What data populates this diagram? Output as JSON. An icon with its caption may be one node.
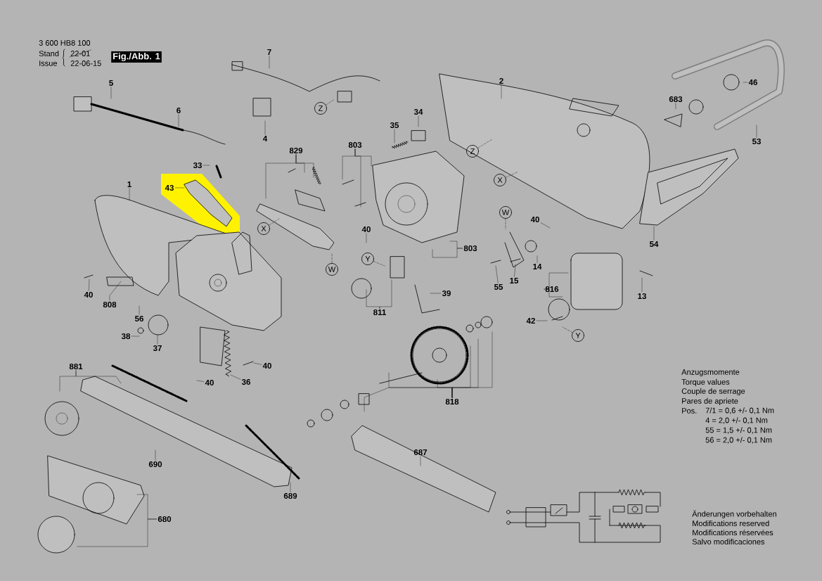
{
  "diagram": {
    "nodes": [
      {
        "text": [
          "7"
        ]
      },
      {
        "text": [
          "5"
        ]
      },
      {
        "text": [
          "2"
        ]
      },
      {
        "text": [
          "46"
        ]
      },
      {
        "text": [
          "683"
        ]
      },
      {
        "text": [
          "6"
        ]
      },
      {
        "text": [
          "Z"
        ]
      },
      {
        "text": [
          "34"
        ]
      },
      {
        "text": [
          "35"
        ]
      },
      {
        "text": [
          "4"
        ]
      },
      {
        "text": [
          "53"
        ]
      },
      {
        "text": [
          "803"
        ]
      },
      {
        "text": [
          "829"
        ]
      },
      {
        "text": [
          "Z"
        ]
      },
      {
        "text": [
          "33"
        ]
      },
      {
        "text": [
          "X"
        ]
      },
      {
        "text": [
          "1"
        ]
      },
      {
        "text": [
          "43"
        ]
      },
      {
        "text": [
          "W"
        ]
      },
      {
        "text": [
          "40"
        ]
      },
      {
        "text": [
          "X"
        ]
      },
      {
        "text": [
          "40"
        ]
      },
      {
        "text": [
          "54"
        ]
      },
      {
        "text": [
          "803"
        ]
      },
      {
        "text": [
          "Y"
        ]
      },
      {
        "text": [
          "14"
        ]
      },
      {
        "text": [
          "W"
        ]
      },
      {
        "text": [
          "15"
        ]
      },
      {
        "text": [
          "55"
        ]
      },
      {
        "text": [
          "816"
        ]
      },
      {
        "text": [
          "40"
        ]
      },
      {
        "text": [
          "39"
        ]
      },
      {
        "text": [
          "13"
        ]
      },
      {
        "text": [
          "808"
        ]
      },
      {
        "text": [
          "811"
        ]
      },
      {
        "text": [
          "56"
        ]
      },
      {
        "text": [
          "42"
        ]
      },
      {
        "text": [
          "Y"
        ]
      },
      {
        "text": [
          "38"
        ]
      },
      {
        "text": [
          "37"
        ]
      },
      {
        "text": [
          "881"
        ]
      },
      {
        "text": [
          "40"
        ]
      },
      {
        "text": [
          "36"
        ]
      },
      {
        "text": [
          "40"
        ]
      },
      {
        "text": [
          "818"
        ]
      },
      {
        "text": [
          "687"
        ]
      },
      {
        "text": [
          "690"
        ]
      },
      {
        "text": [
          "689"
        ]
      },
      {
        "text": [
          "680"
        ]
      }
    ],
    "edges": [
      {
        "from": 0,
        "to": null,
        "arrow": "none"
      },
      {
        "from": 1,
        "to": null,
        "arrow": "none"
      },
      {
        "from": 2,
        "to": null,
        "arrow": "none"
      },
      {
        "from": 3,
        "to": null,
        "arrow": "none"
      },
      {
        "from": 4,
        "to": null,
        "arrow": "none"
      },
      {
        "from": 5,
        "to": null,
        "arrow": "none"
      },
      {
        "from": 6,
        "to": null,
        "arrow": "none",
        "style": "dashed"
      },
      {
        "from": 7,
        "to": null,
        "arrow": "none"
      },
      {
        "from": 8,
        "to": null,
        "arrow": "none"
      },
      {
        "from": 9,
        "to": null,
        "arrow": "none"
      },
      {
        "from": 10,
        "to": null,
        "arrow": "none"
      },
      {
        "from": 11,
        "to": null,
        "arrow": "none"
      },
      {
        "from": 11,
        "to": null,
        "arrow": "none"
      },
      {
        "from": 11,
        "to": null,
        "arrow": "none"
      },
      {
        "from": 12,
        "to": null,
        "arrow": "none"
      },
      {
        "from": 12,
        "to": null,
        "arrow": "none"
      },
      {
        "from": 12,
        "to": null,
        "arrow": "none"
      },
      {
        "from": 13,
        "to": null,
        "arrow": "none",
        "style": "dashed"
      },
      {
        "from": 14,
        "to": null,
        "arrow": "none"
      },
      {
        "from": 15,
        "to": null,
        "arrow": "none",
        "style": "dashed"
      },
      {
        "from": 16,
        "to": null,
        "arrow": "none"
      },
      {
        "from": 17,
        "to": null,
        "arrow": "none"
      },
      {
        "from": 18,
        "to": null,
        "arrow": "none",
        "style": "dashed"
      },
      {
        "from": 19,
        "to": null,
        "arrow": "none"
      },
      {
        "from": 20,
        "to": null,
        "arrow": "none",
        "style": "dashed"
      },
      {
        "from": 21,
        "to": null,
        "arrow": "none"
      },
      {
        "from": 22,
        "to": null,
        "arrow": "none"
      },
      {
        "from": 23,
        "to": null,
        "arrow": "none"
      },
      {
        "from": 23,
        "to": null,
        "arrow": "none"
      },
      {
        "from": 24,
        "to": null,
        "arrow": "none",
        "style": "dashed"
      },
      {
        "from": 25,
        "to": null,
        "arrow": "none"
      },
      {
        "from": 26,
        "to": null,
        "arrow": "none",
        "style": "dashed"
      },
      {
        "from": 27,
        "to": null,
        "arrow": "none"
      },
      {
        "from": 28,
        "to": null,
        "arrow": "none"
      },
      {
        "from": 29,
        "to": null,
        "arrow": "none"
      },
      {
        "from": 29,
        "to": null,
        "arrow": "none"
      },
      {
        "from": 30,
        "to": null,
        "arrow": "none"
      },
      {
        "from": 31,
        "to": null,
        "arrow": "none"
      },
      {
        "from": 32,
        "to": null,
        "arrow": "none"
      },
      {
        "from": 33,
        "to": null,
        "arrow": "none"
      },
      {
        "from": 34,
        "to": null,
        "arrow": "none"
      },
      {
        "from": 34,
        "to": null,
        "arrow": "none"
      },
      {
        "from": 35,
        "to": null,
        "arrow": "none"
      },
      {
        "from": 36,
        "to": null,
        "arrow": "none"
      },
      {
        "from": 37,
        "to": null,
        "arrow": "none",
        "style": "dashed"
      },
      {
        "from": 38,
        "to": null,
        "arrow": "none"
      },
      {
        "from": 39,
        "to": null,
        "arrow": "none"
      },
      {
        "from": 40,
        "to": null,
        "arrow": "none"
      },
      {
        "from": 40,
        "to": null,
        "arrow": "none"
      },
      {
        "from": 41,
        "to": null,
        "arrow": "none"
      },
      {
        "from": 42,
        "to": null,
        "arrow": "none"
      },
      {
        "from": 43,
        "to": null,
        "arrow": "none"
      },
      {
        "from": 44,
        "to": null,
        "arrow": "none"
      },
      {
        "from": 44,
        "to": null,
        "arrow": "none"
      },
      {
        "from": 44,
        "to": null,
        "arrow": "none"
      },
      {
        "from": 44,
        "to": null,
        "arrow": "none"
      },
      {
        "from": 44,
        "to": null,
        "arrow": "none"
      },
      {
        "from": 44,
        "to": null,
        "arrow": "none"
      },
      {
        "from": 45,
        "to": null,
        "arrow": "none"
      },
      {
        "from": 46,
        "to": null,
        "arrow": "none"
      },
      {
        "from": 47,
        "to": null,
        "arrow": "none"
      },
      {
        "from": 48,
        "to": null,
        "arrow": "none"
      },
      {
        "from": 48,
        "to": null,
        "arrow": "none"
      }
    ],
    "labels": [
      "3 600 HB8 100",
      "Stand",
      "Issue",
      "22-01",
      "22-06-15",
      "Fig./Abb. 1",
      "Anzugsmomente",
      "Torque values",
      "Couple de serrage",
      "Pares de apriete",
      "Pos.",
      "7/1 = 0,6 +/- 0,1 Nm",
      "4 = 2,0 +/- 0,1 Nm",
      "55 = 1,5 +/- 0,1 Nm",
      "56 = 2,0 +/- 0,1 Nm",
      "Änderungen vorbehalten",
      "Modifications reserved",
      "Modifications réservées",
      "Salvo modificaciones"
    ]
  }
}
